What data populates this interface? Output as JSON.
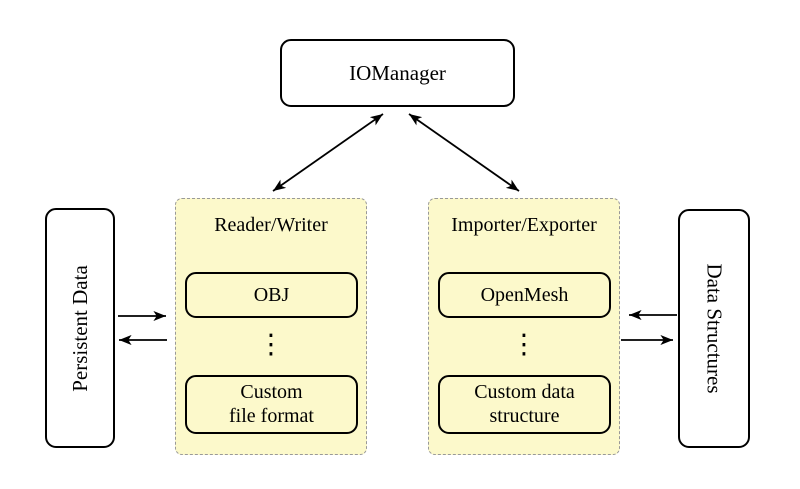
{
  "diagram": {
    "iomanager": {
      "label": "IOManager"
    },
    "persistent_data": {
      "label": "Persistent Data"
    },
    "data_structures": {
      "label": "Data Structures"
    },
    "reader_writer": {
      "title": "Reader/Writer",
      "item_top": "OBJ",
      "ellipsis": "⋮",
      "item_bottom": "Custom\nfile format"
    },
    "importer_exporter": {
      "title": "Importer/Exporter",
      "item_top": "OpenMesh",
      "ellipsis": "⋮",
      "item_bottom": "Custom data\nstructure"
    }
  },
  "colors": {
    "group_fill": "#FCF9CB",
    "group_border": "#999999",
    "node_border": "#000000",
    "node_fill": "#FFFFFF",
    "arrow": "#000000",
    "background": "#FFFFFF"
  }
}
